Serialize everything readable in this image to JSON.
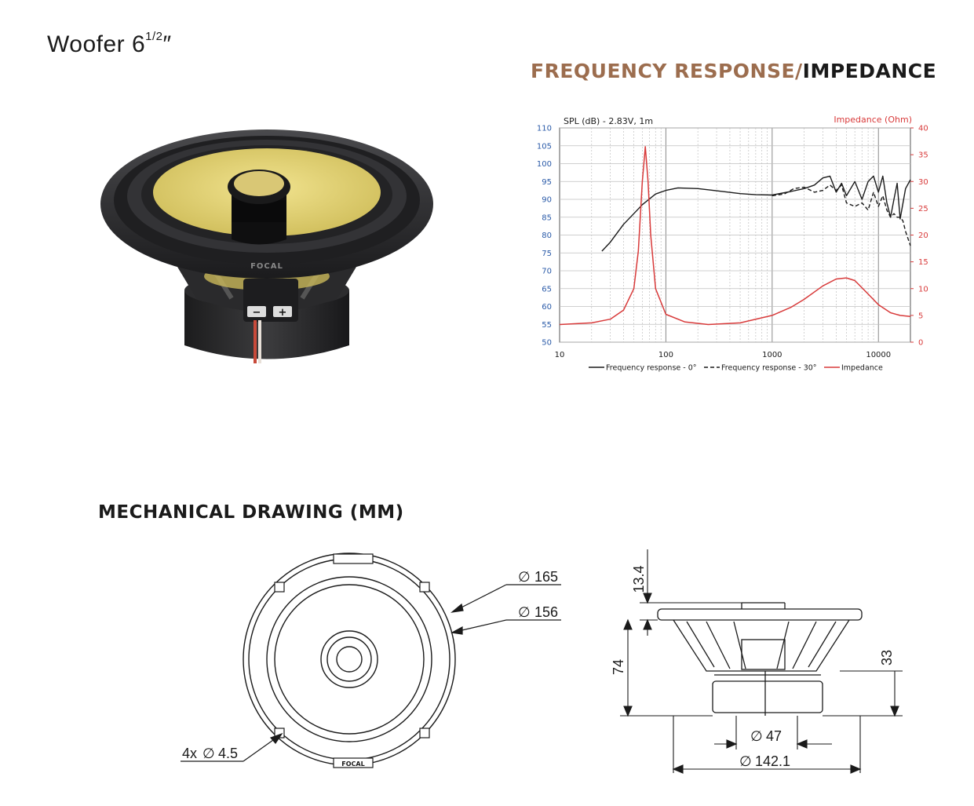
{
  "header": {
    "title_main": "Woofer 6",
    "title_sup": "1/2",
    "title_mark": "″",
    "freq_heading_a": "FREQUENCY RESPONSE/",
    "freq_heading_b": "IMPEDANCE",
    "mech_heading": "MECHANICAL DRAWING (MM)"
  },
  "photo": {
    "brand": "FOCAL",
    "terminal_minus": "−",
    "terminal_plus": "+"
  },
  "chart_data": {
    "type": "line",
    "left_axis_title": "SPL (dB) - 2.83V, 1m",
    "right_axis_title": "Impedance (Ohm)",
    "x_scale": "log",
    "xlim": [
      10,
      20000
    ],
    "x_ticks": [
      10,
      100,
      1000,
      10000
    ],
    "x_tick_labels": [
      "10",
      "100",
      "1000",
      "10000"
    ],
    "ylim_left": [
      50,
      110
    ],
    "y_ticks_left": [
      50,
      55,
      60,
      65,
      70,
      75,
      80,
      85,
      90,
      95,
      100,
      105,
      110
    ],
    "ylim_right": [
      0,
      40
    ],
    "y_ticks_right": [
      0,
      5,
      10,
      15,
      20,
      25,
      30,
      35,
      40
    ],
    "left_tick_color": "#2a5aa8",
    "right_tick_color": "#d83a3a",
    "series": [
      {
        "name": "Frequency response - 0°",
        "axis": "left",
        "color": "#1a1a1a",
        "dash": "solid",
        "points": [
          [
            25,
            75.5
          ],
          [
            30,
            78
          ],
          [
            40,
            83
          ],
          [
            50,
            86
          ],
          [
            60,
            88.5
          ],
          [
            80,
            91.5
          ],
          [
            100,
            92.5
          ],
          [
            130,
            93.2
          ],
          [
            200,
            93
          ],
          [
            300,
            92.4
          ],
          [
            500,
            91.6
          ],
          [
            700,
            91.3
          ],
          [
            1000,
            91.2
          ],
          [
            1500,
            92.2
          ],
          [
            2000,
            93
          ],
          [
            2500,
            94
          ],
          [
            3000,
            96
          ],
          [
            3500,
            96.5
          ],
          [
            4000,
            92
          ],
          [
            4500,
            94.5
          ],
          [
            5000,
            91
          ],
          [
            6000,
            95
          ],
          [
            7000,
            90
          ],
          [
            8000,
            95
          ],
          [
            9000,
            96.5
          ],
          [
            10000,
            92
          ],
          [
            11000,
            96.5
          ],
          [
            12000,
            89
          ],
          [
            13000,
            85
          ],
          [
            14000,
            90
          ],
          [
            15000,
            94.5
          ],
          [
            16000,
            84.5
          ],
          [
            18000,
            93
          ],
          [
            20000,
            95.5
          ]
        ]
      },
      {
        "name": "Frequency response - 30°",
        "axis": "left",
        "color": "#1a1a1a",
        "dash": "dashed",
        "points": [
          [
            1000,
            91
          ],
          [
            1300,
            91.5
          ],
          [
            1600,
            93
          ],
          [
            2000,
            93.4
          ],
          [
            2500,
            92
          ],
          [
            3000,
            92.5
          ],
          [
            3500,
            94
          ],
          [
            4000,
            92.5
          ],
          [
            4500,
            94
          ],
          [
            5000,
            89
          ],
          [
            6000,
            88
          ],
          [
            7000,
            89
          ],
          [
            8000,
            87
          ],
          [
            9000,
            92
          ],
          [
            10000,
            88
          ],
          [
            11000,
            91
          ],
          [
            12000,
            87
          ],
          [
            13000,
            85
          ],
          [
            14000,
            86
          ],
          [
            15000,
            85
          ],
          [
            16000,
            85
          ],
          [
            17000,
            84
          ],
          [
            18000,
            81
          ],
          [
            20000,
            77
          ]
        ]
      },
      {
        "name": "Impedance",
        "axis": "right",
        "color": "#d83a3a",
        "dash": "solid",
        "points": [
          [
            10,
            3.3
          ],
          [
            20,
            3.6
          ],
          [
            30,
            4.3
          ],
          [
            40,
            6
          ],
          [
            50,
            10
          ],
          [
            55,
            17
          ],
          [
            60,
            30
          ],
          [
            64,
            36.5
          ],
          [
            68,
            30
          ],
          [
            72,
            20
          ],
          [
            80,
            10
          ],
          [
            100,
            5.2
          ],
          [
            150,
            3.8
          ],
          [
            250,
            3.3
          ],
          [
            500,
            3.6
          ],
          [
            1000,
            5
          ],
          [
            1500,
            6.5
          ],
          [
            2000,
            8
          ],
          [
            3000,
            10.5
          ],
          [
            4000,
            11.8
          ],
          [
            5000,
            12
          ],
          [
            6000,
            11.5
          ],
          [
            8000,
            9
          ],
          [
            10000,
            7
          ],
          [
            13000,
            5.5
          ],
          [
            16000,
            5
          ],
          [
            20000,
            4.8
          ]
        ]
      }
    ]
  },
  "drawing": {
    "d165": "165",
    "d156": "156",
    "holes_prefix": "4x",
    "d4_5": "4.5",
    "h13_4": "13.4",
    "h74": "74",
    "h33": "33",
    "d47": "47",
    "d142_1": "142.1",
    "brand": "FOCAL",
    "diameter_symbol": "∅"
  },
  "colors": {
    "cone_yellow": "#e6d678",
    "frame_dark": "#2a2a2c",
    "grid": "#bfbfbf"
  }
}
